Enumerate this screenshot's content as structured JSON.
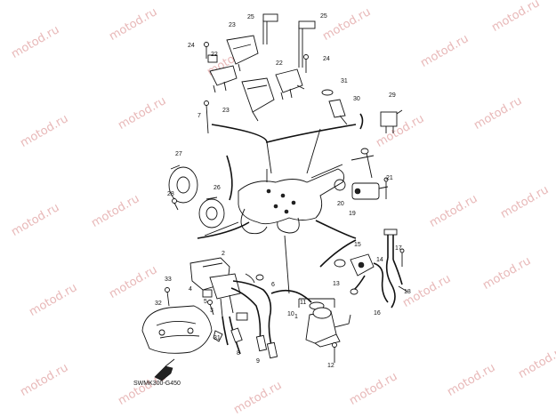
{
  "diagram": {
    "code": "SWMK300-G450",
    "watermark": "motod.ru",
    "parts": [
      "1",
      "2",
      "3",
      "4",
      "5",
      "6",
      "7",
      "8",
      "9",
      "10",
      "11",
      "12",
      "13",
      "14",
      "15",
      "16",
      "17",
      "18",
      "19",
      "20",
      "21",
      "22",
      "23",
      "24",
      "25",
      "26",
      "27",
      "28",
      "29",
      "30",
      "31",
      "32",
      "33"
    ]
  }
}
